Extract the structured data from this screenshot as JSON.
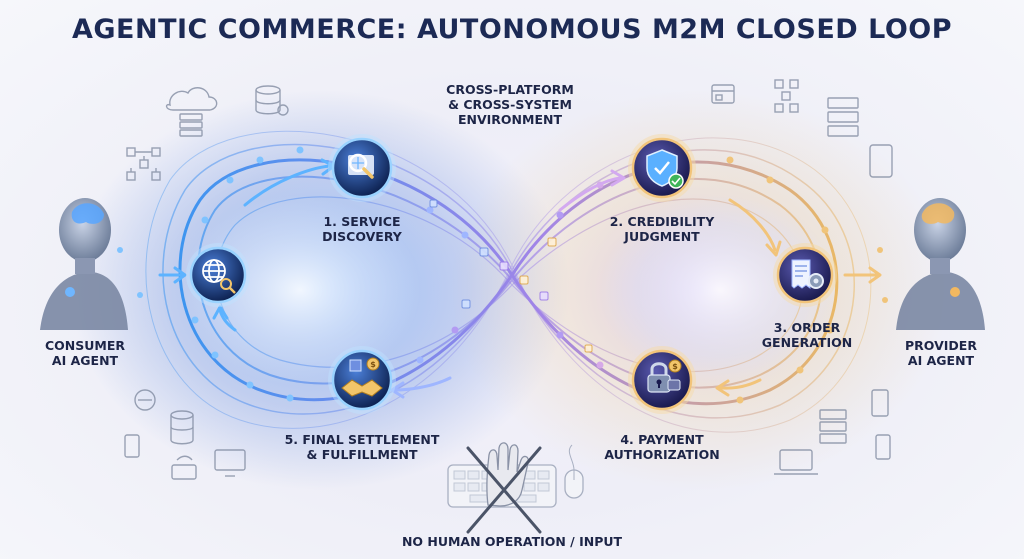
{
  "title": "AGENTIC COMMERCE: AUTONOMOUS M2M CLOSED LOOP",
  "environment": [
    "CROSS-PLATFORM",
    "& CROSS-SYSTEM",
    "ENVIRONMENT"
  ],
  "consumer": [
    "CONSUMER",
    "AI AGENT"
  ],
  "provider": [
    "PROVIDER",
    "AI AGENT"
  ],
  "steps": {
    "discovery": [
      "1. SERVICE",
      "DISCOVERY"
    ],
    "credibility": [
      "2. CREDIBILITY",
      "JUDGMENT"
    ],
    "order": [
      "3. ORDER",
      "GENERATION"
    ],
    "payment": [
      "4. PAYMENT",
      "AUTHORIZATION"
    ],
    "settlement": [
      "5. FINAL SETTLEMENT",
      "& FULFILLMENT"
    ]
  },
  "footer": "NO HUMAN OPERATION / INPUT",
  "colors": {
    "title": "#1c2a55",
    "blue_flow": "#2f8ff0",
    "violet_flow": "#9b7be8",
    "gold_flow": "#e9b45a"
  },
  "icons": {
    "discovery": "magnifier-web-icon",
    "credibility": "shield-check-icon",
    "order": "receipt-gear-icon",
    "payment": "padlock-wallet-icon",
    "settlement": "handshake-coin-icon",
    "globe": "globe-magnifier-icon",
    "no_human": "crossed-hand-keyboard-icon"
  }
}
